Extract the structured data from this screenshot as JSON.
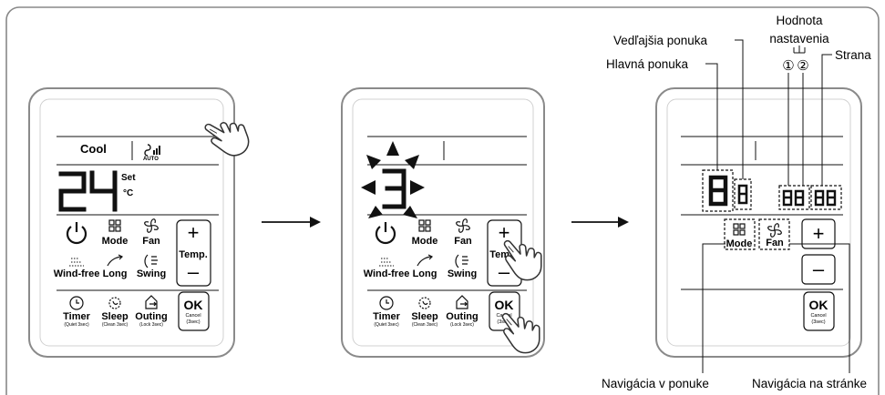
{
  "remote1": {
    "mode": "Cool",
    "fan_auto": "AUTO",
    "temperature": "24",
    "set_label": "Set",
    "unit": "°C"
  },
  "remote2": {
    "flash_digit": "3"
  },
  "remote3": {
    "digit_main": "8",
    "digit_sub": "8",
    "value1": "88",
    "value2": "88"
  },
  "buttons": {
    "mode": "Mode",
    "fan": "Fan",
    "temp": "Temp.",
    "wind_free": "Wind-free",
    "long": "Long",
    "swing": "Swing",
    "timer": "Timer",
    "timer_sub": "(Quiet 3sec)",
    "sleep": "Sleep",
    "sleep_sub": "(Clean 3sec)",
    "outing": "Outing",
    "outing_sub": "(Lock 3sec)",
    "ok": "OK",
    "cancel": "Cancel",
    "cancel_sub": "(3sec)"
  },
  "callouts": {
    "sub_menu": "Vedľajšia ponuka",
    "main_menu": "Hlavná ponuka",
    "setting_value_line1": "Hodnota",
    "setting_value_line2": "nastavenia",
    "circle1": "①",
    "circle2": "②",
    "page": "Strana",
    "menu_nav": "Navigácia v ponuke",
    "page_nav": "Navigácia na stránke"
  },
  "colors": {
    "frame": "#888888",
    "remote_border": "#8a8a8a",
    "line": "#111111"
  }
}
